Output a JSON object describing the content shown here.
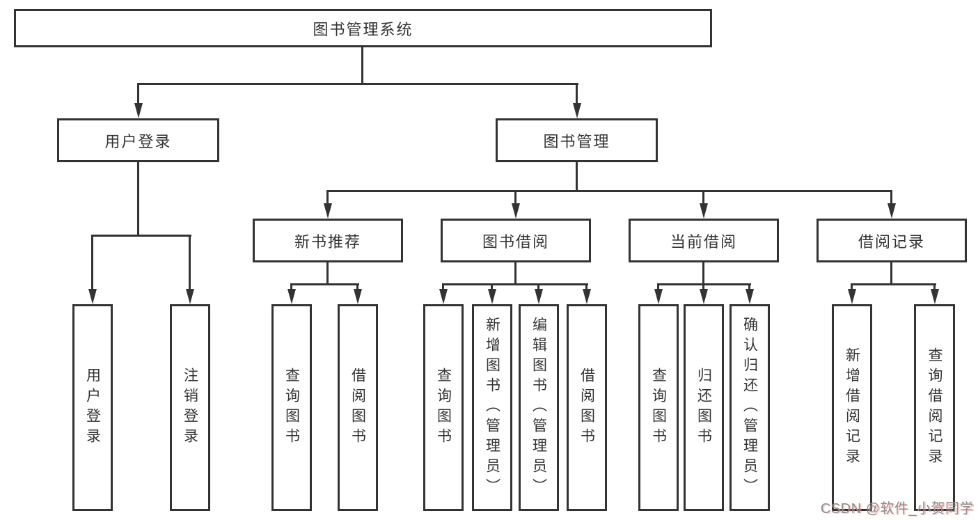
{
  "diagram": {
    "root": "图书管理系统",
    "level2": [
      "用户登录",
      "图书管理"
    ],
    "level3": [
      "新书推荐",
      "图书借阅",
      "当前借阅",
      "借阅记录"
    ],
    "leaves": {
      "user_login": [
        "用户登录",
        "注销登录"
      ],
      "new_book": [
        "查询图书",
        "借阅图书"
      ],
      "book_borrow": [
        "查询图书",
        "新增图书（管理员）",
        "编辑图书（管理员）",
        "借阅图书"
      ],
      "current_borrow": [
        "查询图书",
        "归还图书",
        "确认归还（管理员）"
      ],
      "borrow_record": [
        "新增借阅记录",
        "查询借阅记录"
      ]
    }
  },
  "watermark": {
    "text": "CSDN @软件_小贺同学"
  },
  "colors": {
    "line": "#333333",
    "text": "#333333",
    "background": "#ffffff",
    "watermark_text": "#8d8d8d",
    "watermark_glow": "#ff8c8c"
  }
}
